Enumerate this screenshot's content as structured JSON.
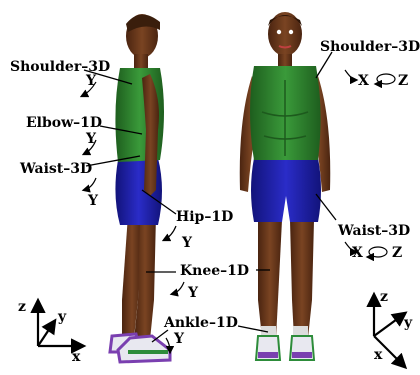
{
  "labels": {
    "shoulder_left": "Shoulder–3D",
    "shoulder_left_axis": "Y",
    "elbow": "Elbow–1D",
    "elbow_axis": "Y",
    "waist_left": "Waist–3D",
    "waist_left_axis": "Y",
    "hip": "Hip–1D",
    "hip_axis": "Y",
    "knee": "Knee–1D",
    "knee_axis": "Y",
    "ankle": "Ankle–1D",
    "ankle_axis": "Y",
    "shoulder_right": "Shoulder–3D",
    "shoulder_right_axis_x": "X",
    "shoulder_right_axis_z": "Z",
    "waist_right": "Waist–3D",
    "waist_right_axis_x": "X",
    "waist_right_axis_z": "Z"
  },
  "axes_left": {
    "z": "z",
    "y": "y",
    "x": "x"
  },
  "axes_right": {
    "z": "z",
    "y": "y",
    "x": "x"
  },
  "colors": {
    "skin": "#6b3a1c",
    "shirt": "#2f7d2f",
    "shorts": "#1f20a8",
    "shoe_white": "#e8e8f0",
    "shoe_purple": "#7a3fb0",
    "shoe_green": "#2d8c3a"
  }
}
